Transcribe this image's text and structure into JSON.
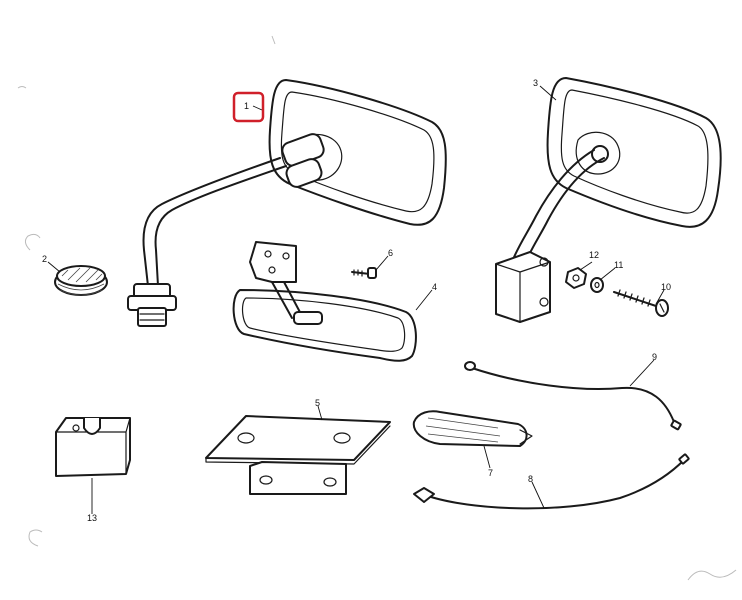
{
  "parts": [
    {
      "number": "1",
      "highlighted": true
    },
    {
      "number": "2"
    },
    {
      "number": "3"
    },
    {
      "number": "4"
    },
    {
      "number": "5"
    },
    {
      "number": "6"
    },
    {
      "number": "7"
    },
    {
      "number": "8"
    },
    {
      "number": "9"
    },
    {
      "number": "10"
    },
    {
      "number": "11"
    },
    {
      "number": "12"
    },
    {
      "number": "13"
    }
  ],
  "colors": {
    "highlight": "#d0202a",
    "line": "#1a1a1a",
    "background": "#ffffff"
  }
}
